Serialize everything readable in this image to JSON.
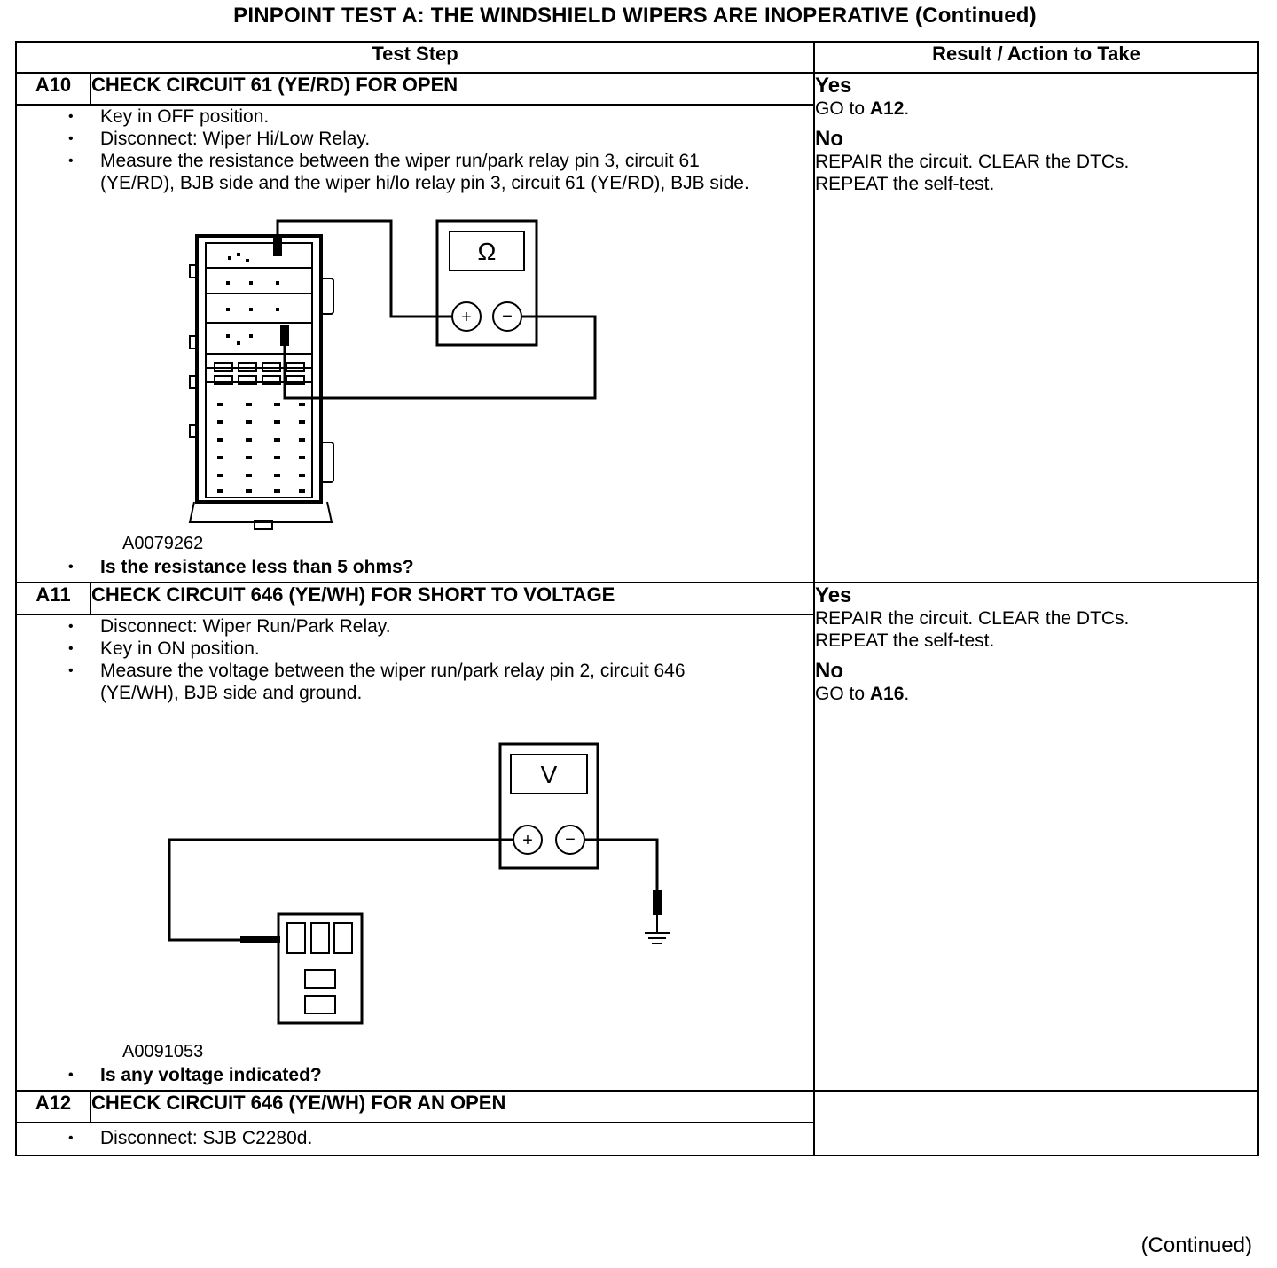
{
  "title": "PINPOINT TEST  A: THE WINDSHIELD WIPERS ARE INOPERATIVE (Continued)",
  "headers": {
    "test_step": "Test Step",
    "result": "Result / Action to Take"
  },
  "steps": [
    {
      "id": "A10",
      "title": "CHECK CIRCUIT 61 (YE/RD) FOR OPEN",
      "bullets": [
        "Key in OFF position.",
        "Disconnect: Wiper Hi/Low Relay.",
        "Measure the resistance between the wiper run/park relay pin 3, circuit 61 (YE/RD), BJB side and the wiper hi/lo relay pin 3, circuit 61 (YE/RD), BJB side."
      ],
      "figure_id": "A0079262",
      "meter_symbol": "Ω",
      "question": "Is the resistance less than 5 ohms?",
      "results": [
        {
          "label": "Yes",
          "text": "GO to ",
          "ref": "A12",
          "tail": "."
        },
        {
          "label": "No",
          "line1": "REPAIR the circuit. CLEAR the DTCs.",
          "line2": "REPEAT the self-test."
        }
      ]
    },
    {
      "id": "A11",
      "title": "CHECK CIRCUIT 646 (YE/WH) FOR SHORT TO VOLTAGE",
      "bullets": [
        "Disconnect: Wiper Run/Park Relay.",
        "Key in ON position.",
        "Measure the voltage between the wiper run/park relay pin 2, circuit 646 (YE/WH), BJB side and ground."
      ],
      "figure_id": "A0091053",
      "meter_symbol": "V",
      "question": "Is any voltage indicated?",
      "results": [
        {
          "label": "Yes",
          "line1": "REPAIR the circuit. CLEAR the DTCs.",
          "line2": "REPEAT the self-test."
        },
        {
          "label": "No",
          "text": "GO to ",
          "ref": "A16",
          "tail": "."
        }
      ]
    },
    {
      "id": "A12",
      "title": "CHECK CIRCUIT 646 (YE/WH) FOR AN OPEN",
      "bullets": [
        "Disconnect: SJB C2280d."
      ]
    }
  ],
  "meter_plus": "+",
  "meter_minus": "−",
  "footer": "(Continued)"
}
